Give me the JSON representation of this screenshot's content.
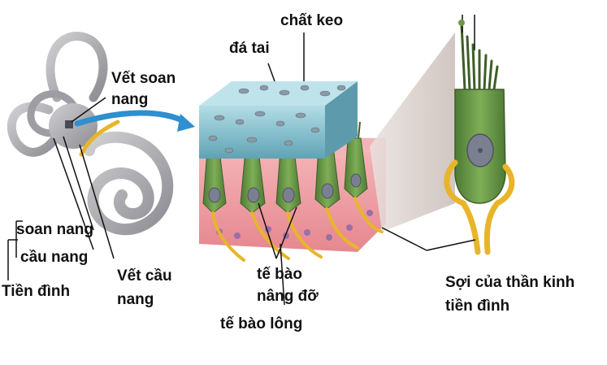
{
  "labels": {
    "chat_keo": "chất keo",
    "da_tai": "đá tai",
    "vet_soan_nang_1": "Vết soan",
    "vet_soan_nang_2": "nang",
    "soan_nang": "soan nang",
    "cau_nang": "cầu nang",
    "tien_dinh": "Tiền đình",
    "vet_cau_nang_1": "Vết cầu",
    "vet_cau_nang_2": "nang",
    "te_bao_nang_do_1": "tế bào",
    "te_bao_nang_do_2": "nâng đỡ",
    "te_bao_long": "tế bào lông",
    "soi_than_kinh_1": "Sợi của thần kinh",
    "soi_than_kinh_2": "tiền đình"
  },
  "colors": {
    "gel_blue": "#7fb9c9",
    "gel_top": "#a8d6df",
    "otolith": "#8a9aa6",
    "tissue_pink": "#f0a3a8",
    "hair_cell_green": "#6e9a48",
    "nucleus": "#7a8090",
    "nerve_yellow": "#e8b52a",
    "arrow_blue": "#2f8fcf",
    "labyrinth_gray": "#a9a9ad"
  }
}
